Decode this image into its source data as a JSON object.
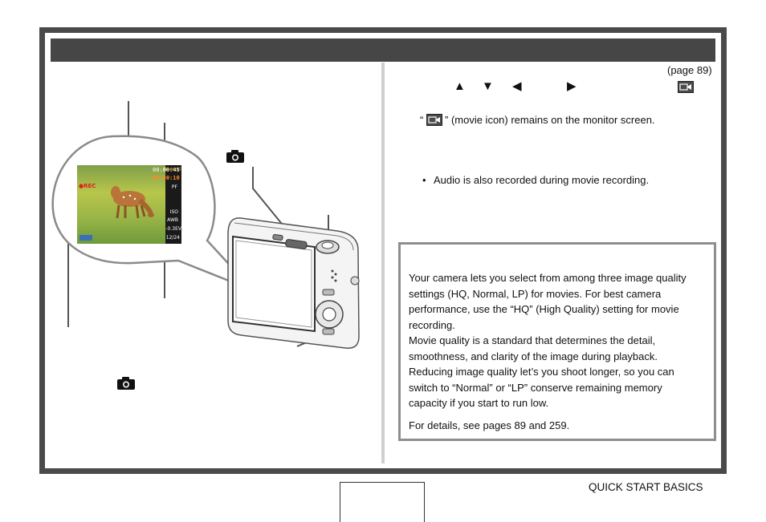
{
  "page": {
    "page_ref": "(page 89)",
    "footer_section": "QUICK START BASICS"
  },
  "icons": {
    "camera": "camera-icon",
    "movie": "movie-icon",
    "arrows": [
      "up-arrow-icon",
      "down-arrow-icon",
      "left-arrow-icon",
      "right-arrow-icon"
    ]
  },
  "right_column": {
    "arrow_up": "▲",
    "arrow_down": "▼",
    "arrow_left": "◀",
    "arrow_right": "▶",
    "movie_icon_quote_open": "“",
    "movie_icon_text": "” (movie icon) remains on the monitor screen.",
    "bullet": "Audio is also recorded during movie recording."
  },
  "note": {
    "paragraph_1_lines": [
      "Your camera lets you select from among three image quality",
      "settings (HQ, Normal, LP) for movies. For best camera",
      "performance, use the “HQ” (High Quality) setting for movie",
      "recording.",
      "Movie quality is a standard that determines the detail,",
      "smoothness, and clarity of the image during playback.",
      "Reducing image quality let’s you shoot longer, so you can",
      "switch to “Normal” or “LP” conserve remaining memory",
      "capacity if you start to run low."
    ],
    "paragraph_2": "For details, see pages 89 and 259."
  },
  "lcd": {
    "rec": "●REC",
    "remaining": "00:00:45",
    "elapsed": "00:00:10",
    "quality": "Normal",
    "menu_pf": "PF",
    "menu_iso": "ISO",
    "menu_awb": "AWB",
    "ev": "-0.3EV",
    "date": "12/24"
  },
  "colors": {
    "frame": "#4a4a4a",
    "title_bar": "#464646",
    "note_border": "#8e8e8e",
    "divider": "#cfcfcf"
  }
}
